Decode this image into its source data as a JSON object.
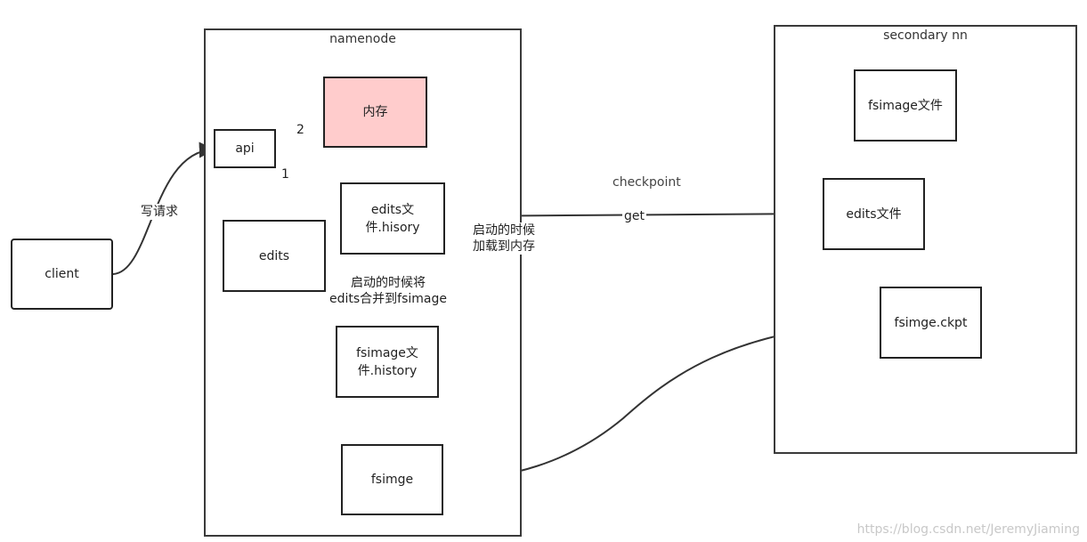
{
  "frames": {
    "namenode": "namenode",
    "secondary": "secondary nn"
  },
  "nodes": {
    "client": "client",
    "api": "api",
    "memory": "内存",
    "edits": "edits",
    "edits_history": "edits文\n件.hisory",
    "fsimage_history": "fsimage文\n件.history",
    "fsimge": "fsimge",
    "sec_fsimage": "fsimage文件",
    "sec_edits": "edits文件",
    "sec_ckpt": "fsimge.ckpt"
  },
  "labels": {
    "write_request": "写请求",
    "step1": "1",
    "step2": "2",
    "merge": "启动的时候将\nedits合并到fsimage",
    "load": "启动的时候\n加载到内存",
    "checkpoint": "checkpoint",
    "get": "get"
  },
  "watermark": "https://blog.csdn.net/JeremyJiaming",
  "colors": {
    "memory_fill": "#ffcccc",
    "stroke": "#333333"
  }
}
